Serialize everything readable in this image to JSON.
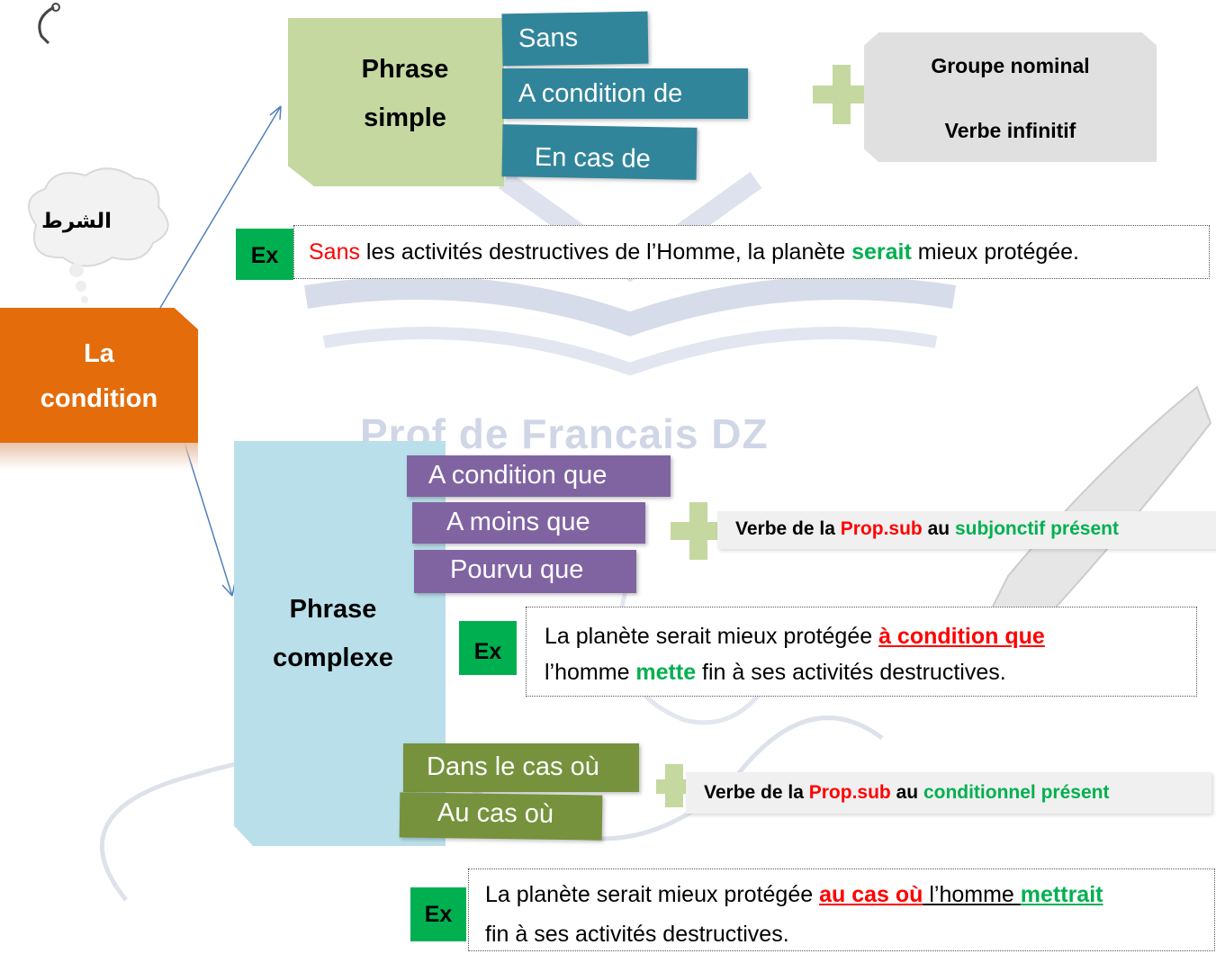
{
  "watermark": {
    "text": "Prof de Francais DZ"
  },
  "root": {
    "line1": "La",
    "line2": "condition"
  },
  "cloud": {
    "label": "الشرط"
  },
  "simple": {
    "title_line1": "Phrase",
    "title_line2": "simple",
    "tags": [
      "Sans",
      "A condition de",
      "En cas de"
    ],
    "plus_box": {
      "line1": "Groupe nominal",
      "line2": "Verbe infinitif"
    },
    "example": {
      "label": "Ex",
      "w1": "Sans",
      "w2": " les activités destructives de l’Homme, la planète ",
      "w3": "serait",
      "w4": " mieux protégée."
    }
  },
  "complex": {
    "title_line1": "Phrase",
    "title_line2": "complexe",
    "tags_subj": [
      "A condition que",
      "A moins que",
      "Pourvu que"
    ],
    "rule_subj": {
      "p1": "Verbe de la ",
      "p2": "Prop.sub",
      "p3": " au ",
      "p4": "subjonctif présent"
    },
    "example_subj": {
      "label": "Ex",
      "l1a": "La planète serait mieux protégée ",
      "l1b": "à condition que",
      "l2a": "l’homme ",
      "l2b": "mette",
      "l2c": " fin à ses activités destructives."
    },
    "tags_cond": [
      "Dans le cas où",
      "Au cas où"
    ],
    "rule_cond": {
      "p1": "Verbe de la ",
      "p2": "Prop.sub",
      "p3": " au ",
      "p4": "conditionnel présent"
    },
    "example_cond": {
      "label": "Ex",
      "l1a": "La planète serait mieux protégée ",
      "l1b": "au cas où",
      "l1c": " l’homme ",
      "l1d": "mettrait",
      "l2": "fin à ses activités destructives."
    }
  }
}
